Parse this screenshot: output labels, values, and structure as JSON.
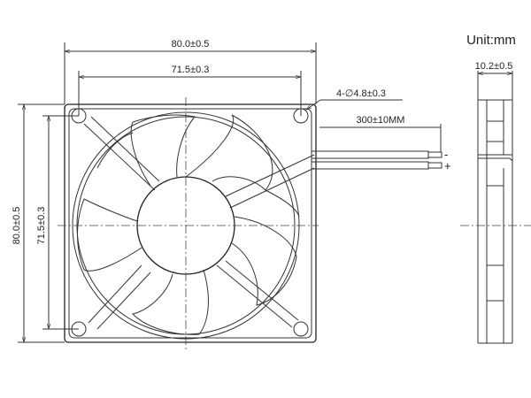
{
  "drawing": {
    "unit_label": "Unit:mm",
    "front_view": {
      "outer_width": "80.0±0.5",
      "hole_spacing_width": "71.5±0.3",
      "outer_height": "80.0±0.5",
      "hole_spacing_height": "71.5±0.3",
      "mounting_holes": "4-∅4.8±0.3",
      "cable_length": "300±10MM",
      "wire_negative": "-",
      "wire_positive": "+"
    },
    "side_view": {
      "thickness": "10.2±0.5"
    }
  }
}
